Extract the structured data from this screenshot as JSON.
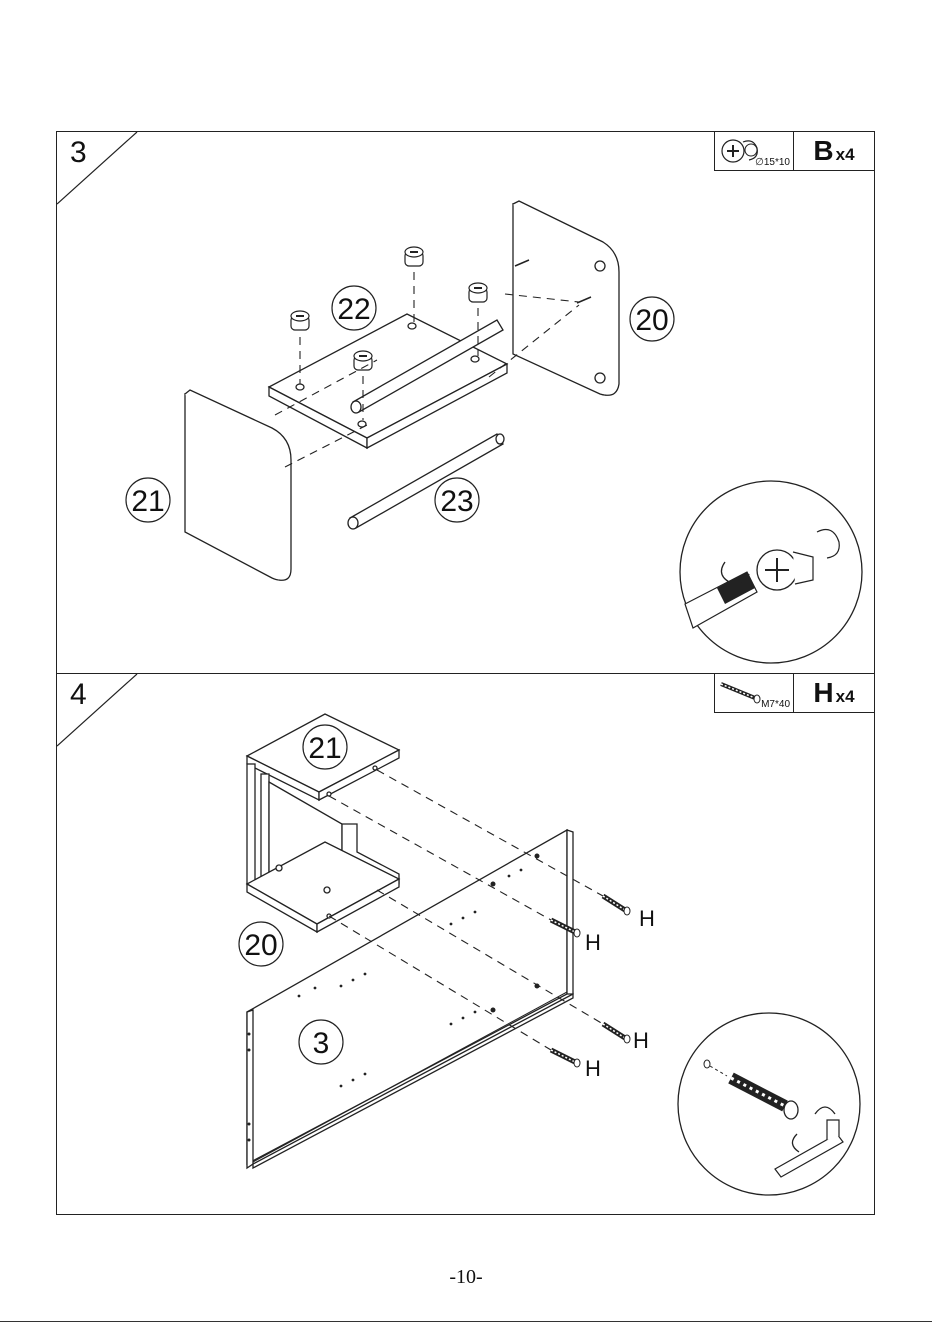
{
  "steps": [
    {
      "number": "3",
      "hardware": {
        "size": "∅15*10",
        "letter": "B",
        "count": "x4",
        "icon": "cam-lock-icon"
      },
      "parts": {
        "a": "22",
        "b": "20",
        "c": "21",
        "d": "23"
      }
    },
    {
      "number": "4",
      "hardware": {
        "size": "M7*40",
        "letter": "H",
        "count": "x4",
        "icon": "screw-icon"
      },
      "parts": {
        "a": "21",
        "b": "20",
        "c": "3"
      },
      "screw_label": "H"
    }
  ],
  "footer": {
    "page_number": "-10-"
  }
}
